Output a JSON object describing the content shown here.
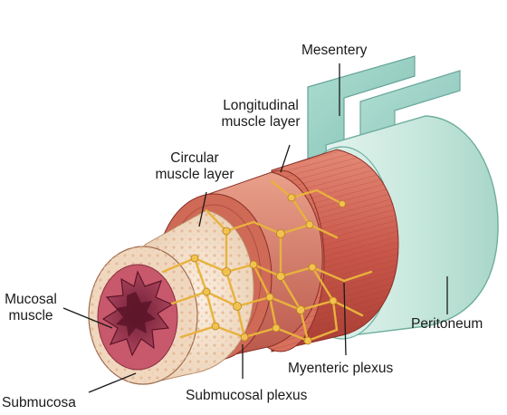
{
  "labels": {
    "mesentery": "Mesentery",
    "longitudinal_line1": "Longitudinal",
    "longitudinal_line2": "muscle layer",
    "circular_line1": "Circular",
    "circular_line2": "muscle layer",
    "mucosal_line1": "Mucosal",
    "mucosal_line2": "muscle",
    "submucosa": "Submucosa",
    "submucosal_plexus": "Submucosal plexus",
    "myenteric_plexus": "Myenteric plexus",
    "peritoneum": "Peritoneum"
  },
  "colors": {
    "peritoneum": "#c6e7dc",
    "mesentery": "#8fcbc0",
    "muscle": "#c9574a",
    "plexus": "#e8b23c",
    "submucosa": "#f1dcc6",
    "mucosa": "#a8405b",
    "label_text": "#1a1a1a"
  }
}
